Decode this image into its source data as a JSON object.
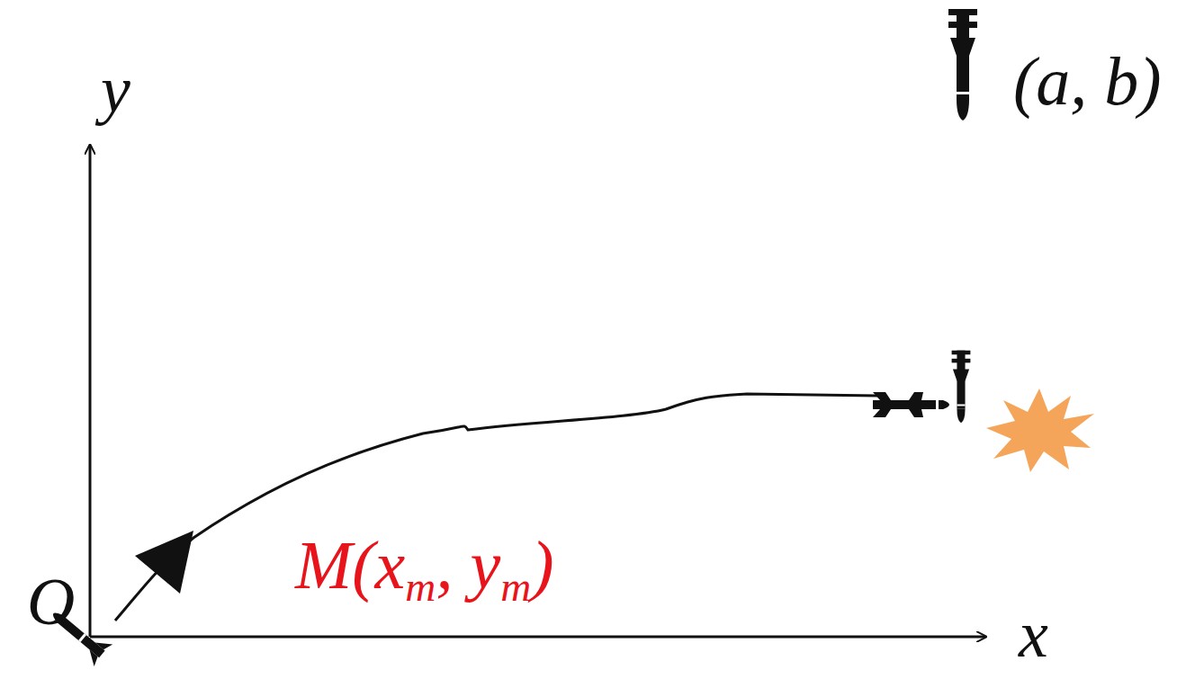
{
  "diagram": {
    "labels": [
      "y",
      "(a, b)",
      "O",
      "M(x",
      "m",
      ", y",
      "m",
      ")",
      "x"
    ]
  }
}
